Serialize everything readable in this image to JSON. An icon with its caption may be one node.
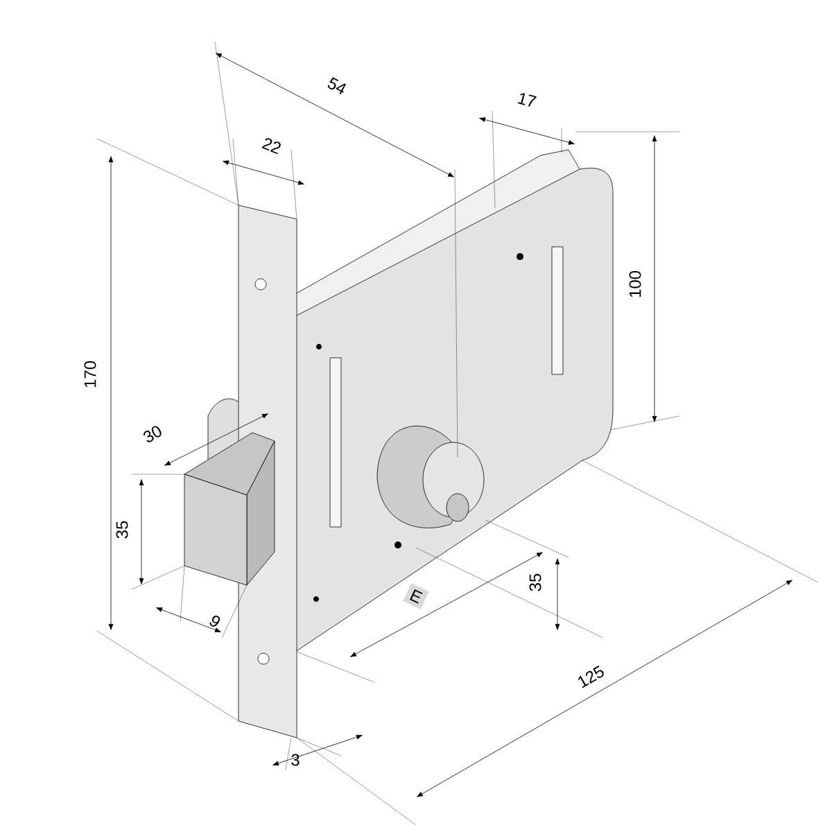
{
  "diagram": {
    "nodes": [
      {
        "text": [
          "E"
        ]
      }
    ],
    "labels": [
      "54",
      "17",
      "22",
      "100",
      "170",
      "30",
      "35",
      "9",
      "35",
      "125",
      "3"
    ]
  }
}
